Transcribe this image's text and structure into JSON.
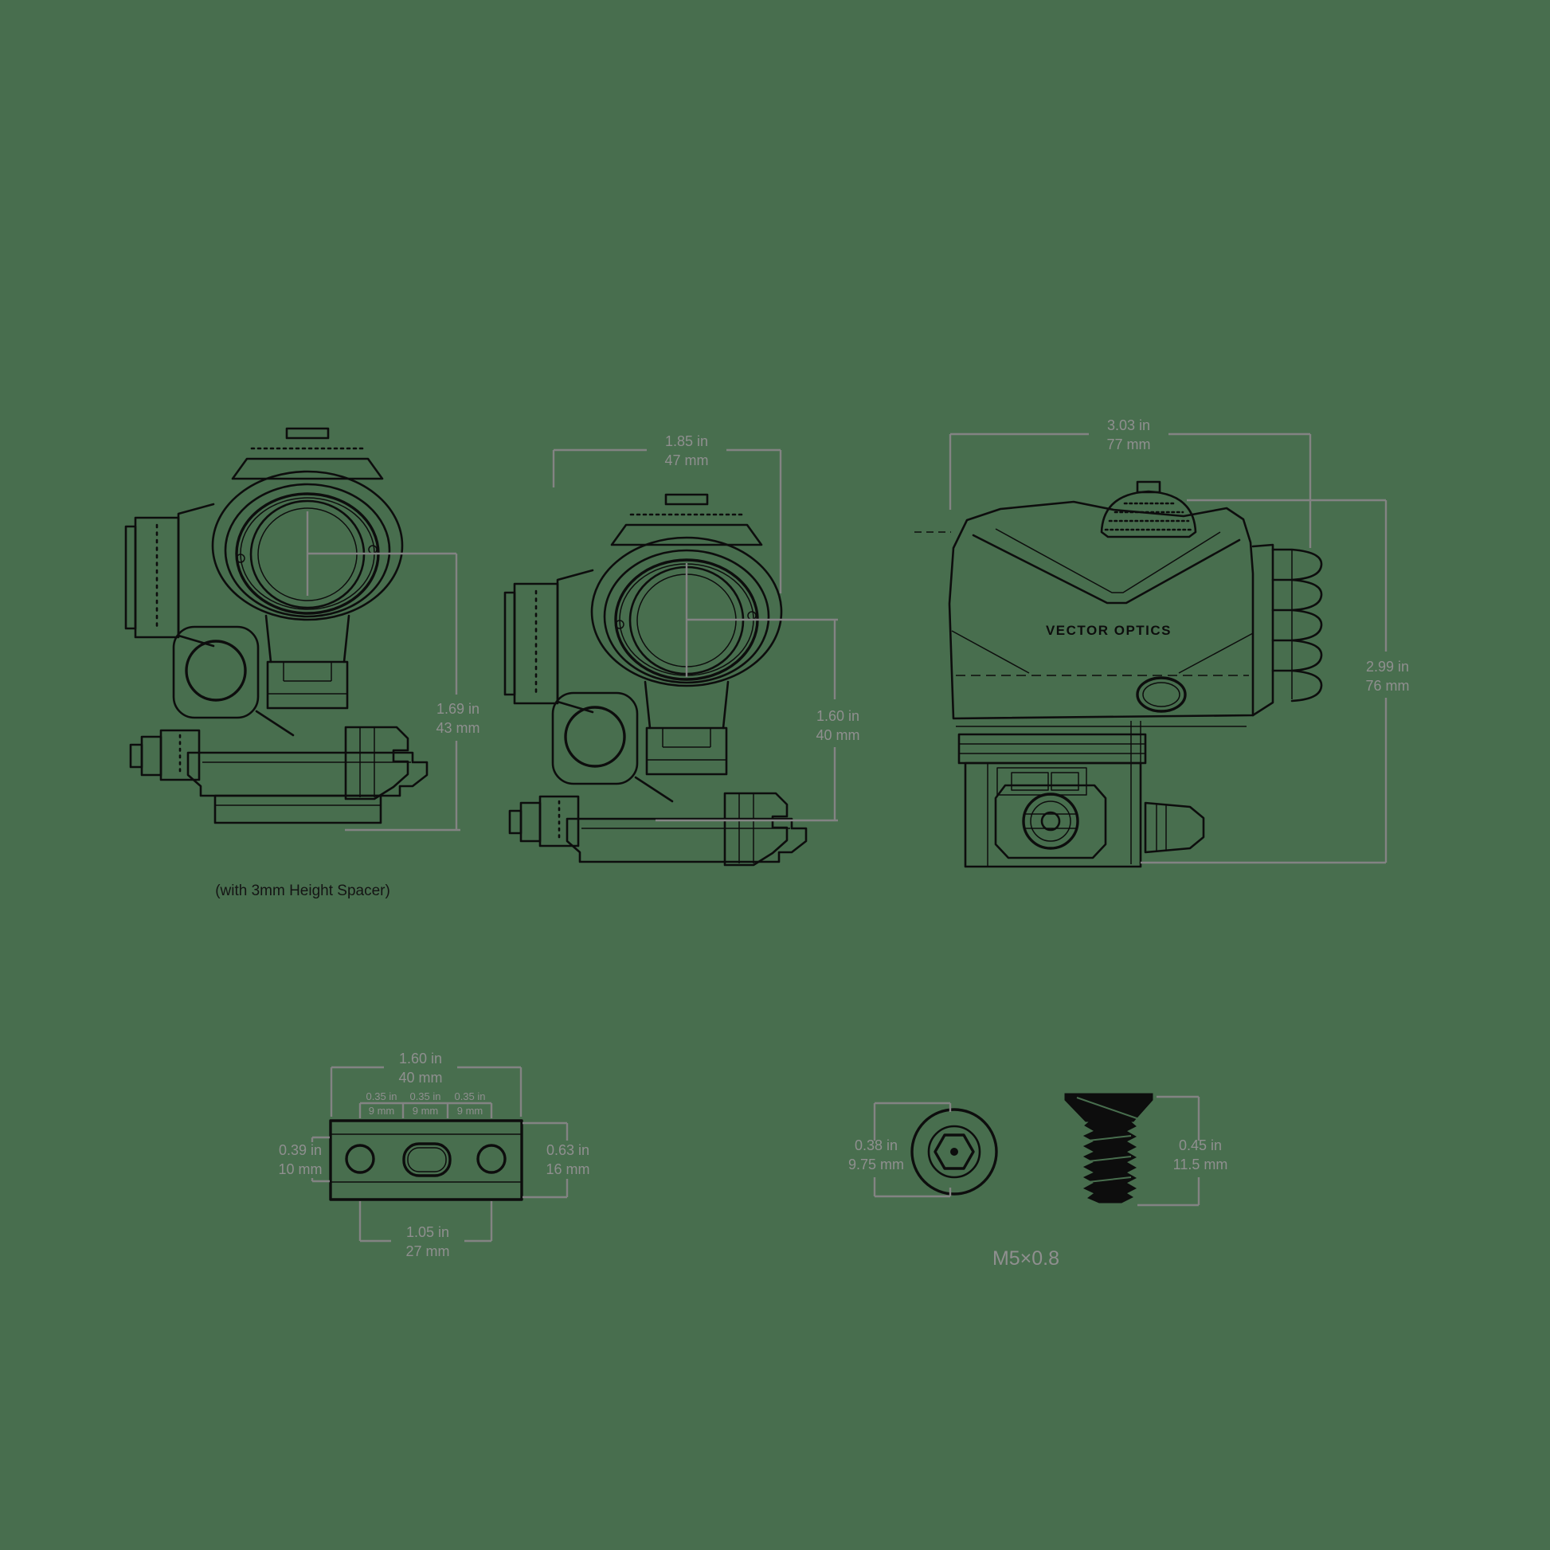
{
  "colors": {
    "background": "#486e4e",
    "line_art": "#0d0d0d",
    "dimension": "#8f8f8f"
  },
  "brand": {
    "logo": "VECTOR OPTICS"
  },
  "views": {
    "front_with_spacer": {
      "caption": "(with 3mm Height Spacer)",
      "height_dim": {
        "in": "1.69 in",
        "mm": "43 mm"
      }
    },
    "front": {
      "width_dim": {
        "in": "1.85 in",
        "mm": "47 mm"
      },
      "height_dim": {
        "in": "1.60 in",
        "mm": "40 mm"
      }
    },
    "side": {
      "width_dim": {
        "in": "3.03 in",
        "mm": "77 mm"
      },
      "height_dim": {
        "in": "2.99 in",
        "mm": "76 mm"
      }
    },
    "spacer_plate": {
      "width_dim": {
        "in": "1.60 in",
        "mm": "40 mm"
      },
      "hole_dims": [
        {
          "in": "0.35 in",
          "mm": "9 mm"
        },
        {
          "in": "0.35 in",
          "mm": "9 mm"
        },
        {
          "in": "0.35 in",
          "mm": "9 mm"
        }
      ],
      "left_dim": {
        "in": "0.39 in",
        "mm": "10 mm"
      },
      "right_dim": {
        "in": "0.63 in",
        "mm": "16 mm"
      },
      "bottom_dim": {
        "in": "1.05 in",
        "mm": "27 mm"
      }
    },
    "screws": {
      "head_dim": {
        "in": "0.38 in",
        "mm": "9.75 mm"
      },
      "length_dim": {
        "in": "0.45 in",
        "mm": "11.5 mm"
      },
      "thread_spec": "M5×0.8"
    }
  }
}
